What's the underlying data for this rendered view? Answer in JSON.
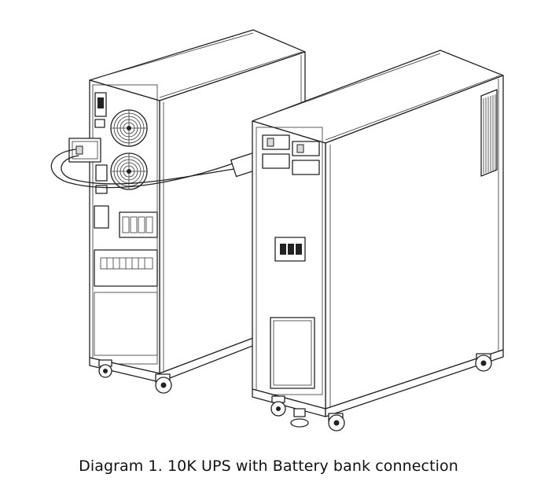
{
  "caption": "Diagram 1. 10K UPS with Battery bank connection",
  "components": {
    "ups_unit": "ups-cabinet",
    "battery_bank": "battery-bank-cabinet",
    "connector": "battery-cable"
  }
}
